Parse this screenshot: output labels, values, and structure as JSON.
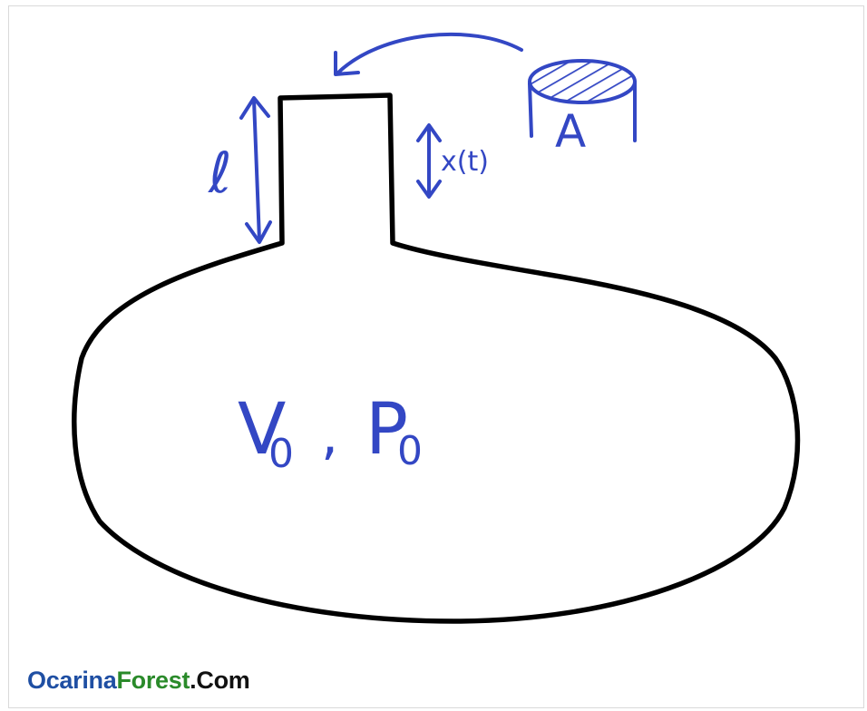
{
  "diagram": {
    "length_label": "ℓ",
    "displacement_label": "x(t)",
    "area_label": "A",
    "volume_label": "V",
    "volume_subscript": "0",
    "separator": ",",
    "pressure_label": "P",
    "pressure_subscript": "0"
  },
  "watermark": {
    "part1": "Ocarina",
    "part2": "Forest",
    "part3": ".Com"
  },
  "colors": {
    "ink": "#000000",
    "annotation": "#3347c4",
    "watermark_blue": "#1f4fa3",
    "watermark_green": "#2a8a2a",
    "watermark_dark": "#111111"
  }
}
